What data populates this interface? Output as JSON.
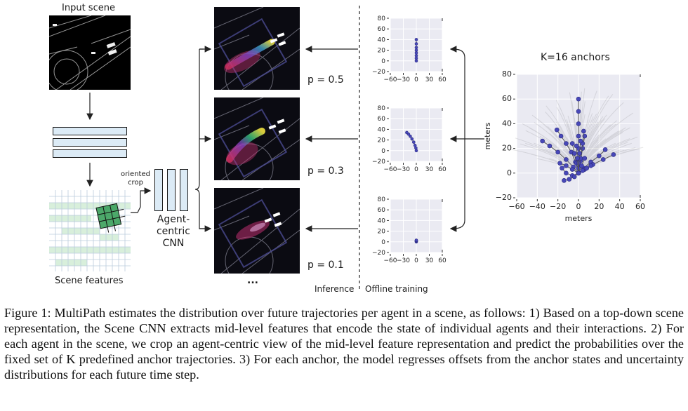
{
  "left": {
    "input_scene_label": "Input scene",
    "scene_features_label": "Scene features",
    "oriented_crop_label": "oriented crop",
    "cnn_label_line1": "Agent-",
    "cnn_label_line2": "centric",
    "cnn_label_line3": "CNN"
  },
  "middle": {
    "probs": [
      "p = 0.5",
      "p = 0.3",
      "p = 0.1"
    ],
    "ellipsis": "...",
    "inference_label": "Inference",
    "offline_label": "Offline training"
  },
  "mini_plots": {
    "yticks": [
      "80",
      "60",
      "40",
      "20",
      "0",
      "−20"
    ],
    "xticks": [
      "−60",
      "−30",
      "0",
      "30",
      "60"
    ]
  },
  "big_plot": {
    "title": "K=16 anchors",
    "xlabel": "meters",
    "ylabel": "meters",
    "yticks": [
      "80",
      "60",
      "40",
      "20",
      "0",
      "−20"
    ],
    "xticks": [
      "−60",
      "−40",
      "−20",
      "0",
      "20",
      "40",
      "60"
    ]
  },
  "chart_data": [
    {
      "type": "line",
      "xlim": [
        -60,
        60
      ],
      "ylim": [
        -20,
        80
      ],
      "series": [
        {
          "x": [
            0,
            0,
            0,
            0,
            0,
            0,
            0,
            0
          ],
          "y": [
            0,
            5,
            10,
            15,
            20,
            25,
            32,
            40
          ]
        }
      ]
    },
    {
      "type": "line",
      "xlim": [
        -60,
        60
      ],
      "ylim": [
        -20,
        80
      ],
      "series": [
        {
          "x": [
            0,
            -1,
            -3,
            -6,
            -10,
            -14,
            -18,
            -22
          ],
          "y": [
            0,
            5,
            10,
            16,
            22,
            27,
            31,
            34
          ]
        }
      ]
    },
    {
      "type": "line",
      "xlim": [
        -60,
        60
      ],
      "ylim": [
        -20,
        80
      ],
      "series": [
        {
          "x": [
            0,
            0,
            0,
            0
          ],
          "y": [
            0,
            1,
            2,
            3
          ]
        }
      ]
    },
    {
      "type": "line",
      "title": "K=16 anchors",
      "xlabel": "meters",
      "ylabel": "meters",
      "xlim": [
        -60,
        60
      ],
      "ylim": [
        -20,
        80
      ],
      "series": [
        {
          "x": [
            0,
            0,
            0,
            0,
            0,
            0,
            0
          ],
          "y": [
            0,
            10,
            20,
            30,
            40,
            50,
            60
          ]
        },
        {
          "x": [
            0,
            -3,
            -7,
            -12,
            -17,
            -21
          ],
          "y": [
            0,
            9,
            17,
            24,
            30,
            35
          ]
        },
        {
          "x": [
            0,
            -5,
            -12,
            -20,
            -28,
            -35
          ],
          "y": [
            0,
            5,
            11,
            17,
            22,
            26
          ]
        },
        {
          "x": [
            0,
            5,
            12,
            20,
            26
          ],
          "y": [
            0,
            4,
            9,
            14,
            19
          ]
        },
        {
          "x": [
            0,
            6,
            14,
            24,
            34
          ],
          "y": [
            0,
            3,
            7,
            11,
            15
          ]
        },
        {
          "x": [
            0,
            2,
            4,
            6
          ],
          "y": [
            0,
            10,
            20,
            30
          ]
        },
        {
          "x": [
            0,
            -2,
            -4,
            -6
          ],
          "y": [
            0,
            8,
            16,
            24
          ]
        },
        {
          "x": [
            0,
            -6,
            -12,
            -16
          ],
          "y": [
            0,
            -2,
            0,
            4
          ]
        },
        {
          "x": [
            0,
            -4,
            -9,
            -14
          ],
          "y": [
            0,
            -3,
            -5,
            -6
          ]
        },
        {
          "x": [
            0,
            -6,
            -12,
            -18
          ],
          "y": [
            0,
            3,
            6,
            8
          ]
        },
        {
          "x": [
            0,
            4,
            8,
            12
          ],
          "y": [
            0,
            2,
            4,
            6
          ]
        },
        {
          "x": [
            0,
            2,
            4,
            5
          ],
          "y": [
            0,
            12,
            24,
            34
          ]
        },
        {
          "x": [
            0,
            0,
            0
          ],
          "y": [
            0,
            4,
            8
          ]
        },
        {
          "x": [
            0,
            1,
            2
          ],
          "y": [
            0,
            16,
            26
          ]
        },
        {
          "x": [
            0,
            -1,
            -2
          ],
          "y": [
            0,
            12,
            22
          ]
        },
        {
          "x": [
            0,
            3,
            6
          ],
          "y": [
            0,
            6,
            12
          ]
        }
      ]
    }
  ],
  "caption": {
    "fig_label": "Figure 1:",
    "text": "MultiPath estimates the distribution over future trajectories per agent in a scene, as follows: 1) Based on a top-down scene representation, the Scene CNN extracts mid-level features that encode the state of individual agents and their interactions. 2) For each agent in the scene, we crop an agent-centric view of the mid-level feature representation and predict the probabilities over the fixed set of K predefined anchor trajectories. 3) For each anchor, the model regresses offsets from the anchor states and uncertainty distributions for each future time step."
  },
  "colors": {
    "anchor_blue": "#4848b8",
    "panel_bg": "#eaeaf2",
    "feature_fill": "#dcebf6",
    "feature_green": "#d8efdb",
    "crop_green": "#3aa05a"
  }
}
